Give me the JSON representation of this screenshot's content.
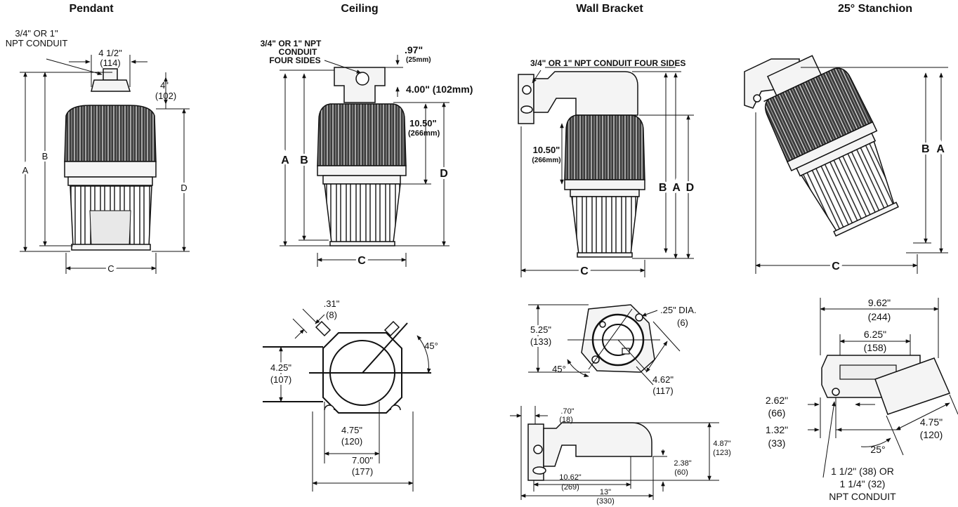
{
  "headings": {
    "pendant": "Pendant",
    "ceiling": "Ceiling",
    "wall_bracket": "Wall Bracket",
    "stanchion": "25° Stanchion"
  },
  "pendant": {
    "conduit_line1": "3/4\" OR 1\"",
    "conduit_line2": "NPT CONDUIT",
    "width_in": "4 1/2\"",
    "width_mm": "(114)",
    "top_in": "4\"",
    "top_mm": "(102)",
    "label_a": "A",
    "label_b": "B",
    "label_c": "C",
    "label_d": "D"
  },
  "ceiling": {
    "conduit_line1": "3/4\" OR 1\" NPT",
    "conduit_line2": "CONDUIT",
    "conduit_line3": "FOUR SIDES",
    "d97_in": ".97\"",
    "d97_mm": "(25mm)",
    "d400": "4.00\" (102mm)",
    "d1050_in": "10.50\"",
    "d1050_mm": "(266mm)",
    "label_a": "A",
    "label_b": "B",
    "label_c": "C",
    "label_d": "D",
    "slot_in": ".31\"",
    "slot_mm": "(8)",
    "angle": "45°",
    "d425_in": "4.25\"",
    "d425_mm": "(107)",
    "d475_in": "4.75\"",
    "d475_mm": "(120)",
    "d700_in": "7.00\"",
    "d700_mm": "(177)"
  },
  "wall": {
    "conduit": "3/4\" OR 1\" NPT CONDUIT FOUR SIDES",
    "d1050_in": "10.50\"",
    "d1050_mm": "(266mm)",
    "labels_bad": "B A D",
    "label_c": "C",
    "d525_in": "5.25\"",
    "d525_mm": "(133)",
    "angle": "45°",
    "dia_in": ".25\" DIA.",
    "dia_mm": "(6)",
    "d462_in": "4.62\"",
    "d462_mm": "(117)",
    "d70_in": ".70\"",
    "d70_mm": "(18)",
    "d487_in": "4.87\"",
    "d487_mm": "(123)",
    "d238_in": "2.38\"",
    "d238_mm": "(60)",
    "d1062_in": "10.62\"",
    "d1062_mm": "(269)",
    "d13_in": "13\"",
    "d13_mm": "(330)"
  },
  "stanchion": {
    "labels_ba": "B A",
    "label_c": "C",
    "d962_in": "9.62\"",
    "d962_mm": "(244)",
    "d625_in": "6.25\"",
    "d625_mm": "(158)",
    "d262_in": "2.62\"",
    "d262_mm": "(66)",
    "d132_in": "1.32\"",
    "d132_mm": "(33)",
    "d475_in": "4.75\"",
    "d475_mm": "(120)",
    "angle": "25°",
    "conduit_line1": "1 1/2\" (38) OR",
    "conduit_line2": "1 1/4\" (32)",
    "conduit_line3": "NPT CONDUIT"
  }
}
